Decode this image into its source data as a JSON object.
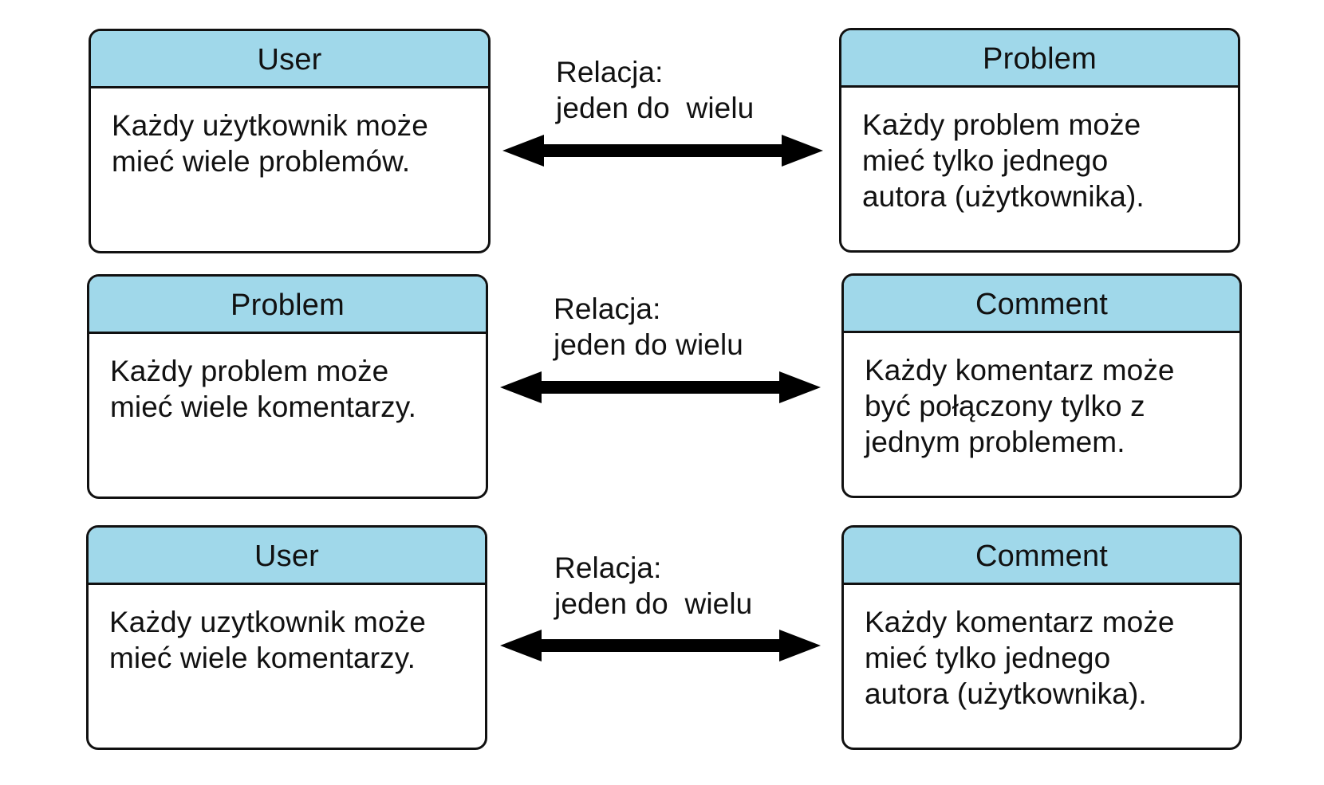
{
  "rows": [
    {
      "left": {
        "title": "User",
        "lines": [
          "Każdy użytkownik może",
          "mieć wiele problemów."
        ]
      },
      "relation": {
        "line1": "Relacja:",
        "line2": "jeden do  wielu"
      },
      "right": {
        "title": "Problem",
        "lines": [
          "Każdy problem może",
          "mieć tylko jednego",
          "autora (użytkownika)."
        ]
      }
    },
    {
      "left": {
        "title": "Problem",
        "lines": [
          "Każdy problem może",
          "mieć wiele komentarzy."
        ]
      },
      "relation": {
        "line1": "Relacja:",
        "line2": "jeden do wielu"
      },
      "right": {
        "title": "Comment",
        "lines": [
          "Każdy komentarz może",
          "być połączony tylko z",
          "jednym problemem."
        ]
      }
    },
    {
      "left": {
        "title": "User",
        "lines": [
          "Każdy uzytkownik może",
          "mieć wiele komentarzy."
        ]
      },
      "relation": {
        "line1": "Relacja:",
        "line2": "jeden do  wielu"
      },
      "right": {
        "title": "Comment",
        "lines": [
          "Każdy komentarz może",
          "mieć tylko jednego",
          "autora (użytkownika)."
        ]
      }
    }
  ],
  "colors": {
    "header_fill": "#a0d8ea",
    "border": "#111111",
    "text": "#111111",
    "arrow": "#000000"
  }
}
